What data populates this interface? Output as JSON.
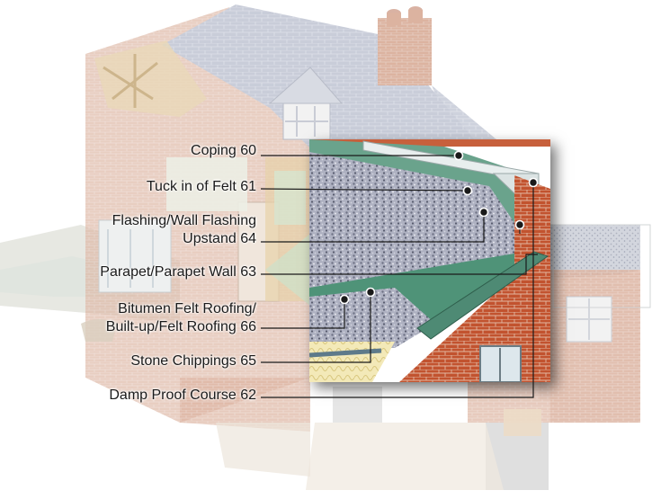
{
  "callouts": {
    "coping": "Coping 60",
    "tuck_in_felt": "Tuck in of Felt 61",
    "flashing_line1": "Flashing/Wall Flashing",
    "flashing_line2": "Upstand 64",
    "parapet": "Parapet/Parapet Wall 63",
    "bitumen_line1": "Bitumen Felt Roofing/",
    "bitumen_line2": "Built-up/Felt Roofing 66",
    "stone_chippings": "Stone Chippings 65",
    "damp_proof": "Damp Proof Course 62"
  },
  "colors": {
    "roof_slate": "#b9bfce",
    "brick": "#c0502e",
    "gravel": "#a8acbc",
    "felt_green": "#5f9a82",
    "coping": "#e6ecec",
    "leader": "#1a1a1a"
  }
}
